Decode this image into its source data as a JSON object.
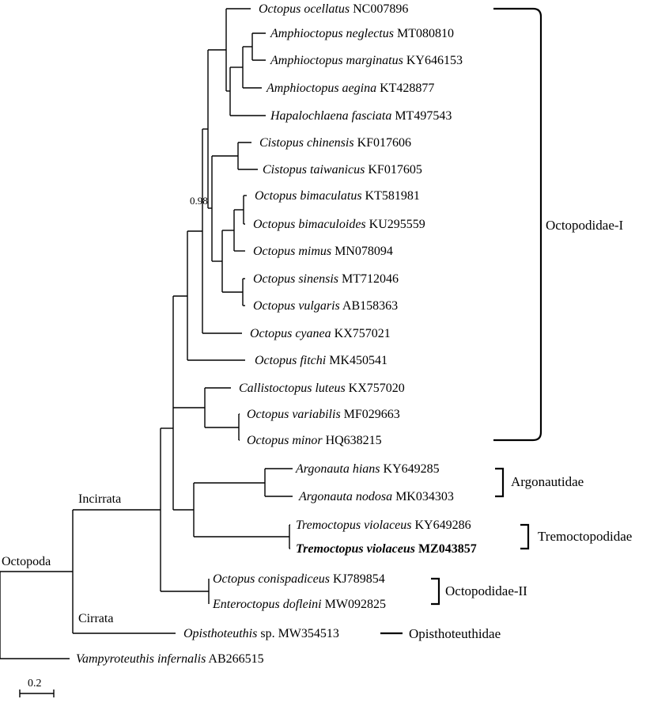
{
  "tree": {
    "leaves": [
      {
        "genus": "Octopus ocellatus",
        "acc": "NC007896"
      },
      {
        "genus": "Amphioctopus neglectus",
        "acc": "MT080810"
      },
      {
        "genus": "Amphioctopus marginatus",
        "acc": "KY646153"
      },
      {
        "genus": "Amphioctopus aegina",
        "acc": "KT428877"
      },
      {
        "genus": "Hapalochlaena fasciata",
        "acc": "MT497543"
      },
      {
        "genus": "Cistopus chinensis",
        "acc": "KF017606"
      },
      {
        "genus": "Cistopus taiwanicus",
        "acc": "KF017605"
      },
      {
        "genus": "Octopus bimaculatus",
        "acc": "KT581981"
      },
      {
        "genus": "Octopus bimaculoides",
        "acc": "KU295559"
      },
      {
        "genus": "Octopus mimus",
        "acc": "MN078094"
      },
      {
        "genus": "Octopus sinensis",
        "acc": "MT712046"
      },
      {
        "genus": "Octopus vulgaris",
        "acc": "AB158363"
      },
      {
        "genus": "Octopus cyanea",
        "acc": "KX757021"
      },
      {
        "genus": "Octopus fitchi",
        "acc": "MK450541"
      },
      {
        "genus": "Callistoctopus luteus",
        "acc": "KX757020"
      },
      {
        "genus": "Octopus variabilis",
        "acc": "MF029663"
      },
      {
        "genus": "Octopus minor",
        "acc": "HQ638215"
      },
      {
        "genus": "Argonauta hians",
        "acc": "KY649285"
      },
      {
        "genus": "Argonauta nodosa",
        "acc": "MK034303"
      },
      {
        "genus": "Tremoctopus violaceus",
        "acc": "KY649286"
      },
      {
        "genus": "Tremoctopus violaceus",
        "acc": "MZ043857",
        "bold": true
      },
      {
        "genus": "Octopus conispadiceus",
        "acc": "KJ789854"
      },
      {
        "genus": "Enteroctopus dofleini",
        "acc": "MW092825"
      },
      {
        "genus": "Opisthoteuthis",
        "suffix": " sp.",
        "acc": "MW354513"
      },
      {
        "genus": "Vampyroteuthis infernalis",
        "acc": "AB266515"
      }
    ],
    "node_labels": {
      "octopoda": "Octopoda",
      "incirrata": "Incirrata",
      "cirrata": "Cirrata"
    },
    "support_value": "0.98",
    "clades": {
      "octopodidae_1": "Octopodidae-I",
      "argonautidae": "Argonautidae",
      "tremoctopodidae": "Tremoctopodidae",
      "octopodidae_2": "Octopodidae-II",
      "opisthoteuthidae": "Opisthoteuthidae"
    },
    "scale_bar": "0.2"
  }
}
